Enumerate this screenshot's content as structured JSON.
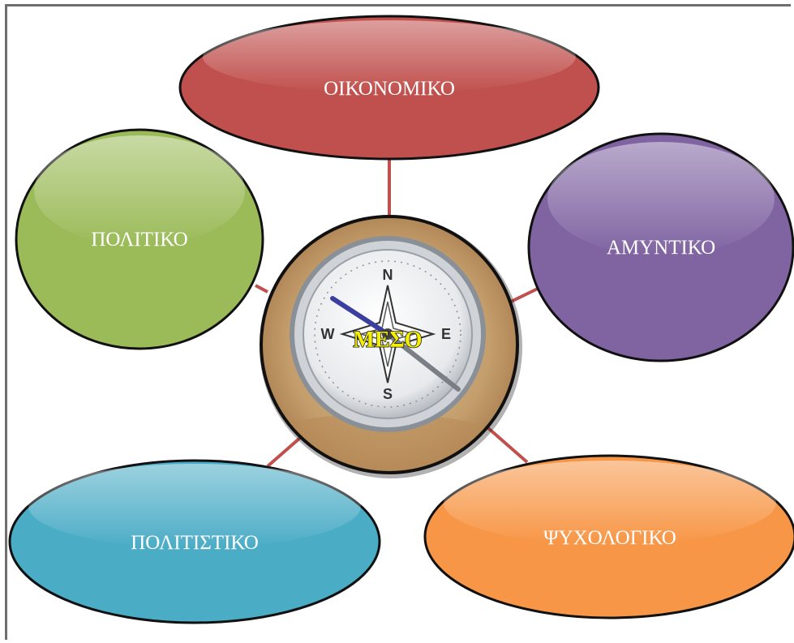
{
  "center": {
    "label": "ΜΕΣΟ",
    "image": "compass-icon"
  },
  "nodes": [
    {
      "key": "top",
      "label": "ΟΙΚΟΝΟΜΙΚΟ",
      "color": "#c0504d"
    },
    {
      "key": "right",
      "label": "ΑΜΥΝΤΙΚΟ",
      "color": "#8064a2"
    },
    {
      "key": "bottom-right",
      "label": "ΨΥΧΟΛΟΓΙΚΟ",
      "color": "#f79646"
    },
    {
      "key": "bottom-left",
      "label": "ΠΟΛΙΤΙΣΤΙΚΟ",
      "color": "#4bacc6"
    },
    {
      "key": "left",
      "label": "ΠΟΛΙΤΙΚΟ",
      "color": "#9bbb59"
    }
  ],
  "connector_color": "#c0504d"
}
